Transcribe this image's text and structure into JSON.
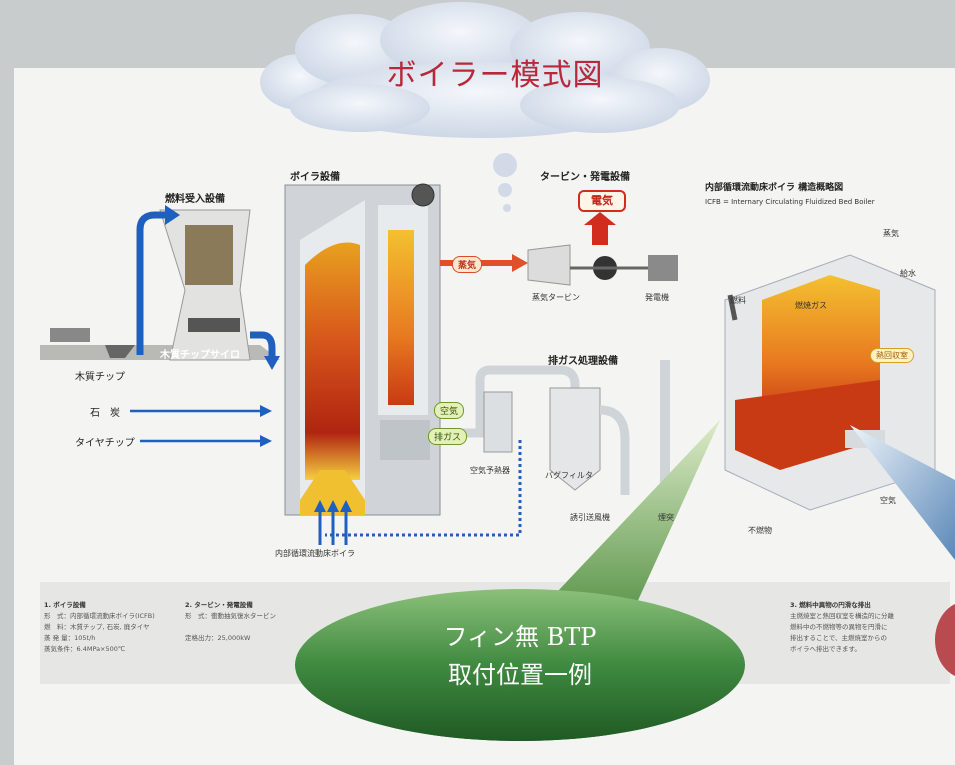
{
  "title": "ボイラー模式図",
  "callout": {
    "line1": "フィン無 BTP",
    "line2": "取付位置一例"
  },
  "left_diagram": {
    "fuel_receiving": "燃料受入設備",
    "boiler_equipment": "ボイラ設備",
    "turbine_generation": "タービン・発電設備",
    "electricity": "電気",
    "steam_tag": "蒸気",
    "steam_turbine": "蒸気タービン",
    "generator": "発電機",
    "wood_silo": "木質チップサイロ",
    "wood_chip": "木質チップ",
    "coal": "石　炭",
    "tire_chip": "タイヤチップ",
    "exhaust_treatment": "排ガス処理設備",
    "air_tag": "空気",
    "exhaust_tag": "排ガス",
    "air_preheater": "空気予熱器",
    "bag_filter": "バグフィルタ",
    "induced_fan": "誘引送風機",
    "chimney": "煙突",
    "icfb_label": "内部循環流動床ボイラ"
  },
  "right_diagram": {
    "title": "内部循環流動床ボイラ 構造概略図",
    "subtitle": "ICFB = Internary Circulating Fluidized Bed Boiler",
    "steam": "蒸気",
    "feed_water": "給水",
    "fuel": "燃料",
    "combustion_gas": "燃焼ガス",
    "heat_recovery": "熱回収室",
    "air": "空気",
    "incombustibles": "不燃物"
  },
  "specs": [
    {
      "heading": "1. ボイラ設備",
      "lines": [
        "形　式：内部循環流動床ボイラ(ICFB)",
        "燃　料：木質チップ, 石炭, 廃タイヤ",
        "蒸 発 量：105t/h",
        "蒸気条件：6.4MPa×500℃"
      ]
    },
    {
      "heading": "2. タービン・発電設備",
      "lines": [
        "形　式：衝動抽気復水タービン",
        "定格出力：25,000kW"
      ]
    },
    {
      "heading": "3. 燃料中異物の円滑な排出",
      "lines": [
        "主燃焼室と熱回収室を構造的に分離",
        "燃料中の不燃物等の異物を円滑に",
        "排出することで、主燃焼室からの",
        "ボイラへ排出できます。"
      ]
    }
  ],
  "colors": {
    "title": "#b8283a",
    "flow_arrow": "#1f5fbf",
    "steam_arrow": "#e0502a",
    "callout": "#3f8a40"
  }
}
